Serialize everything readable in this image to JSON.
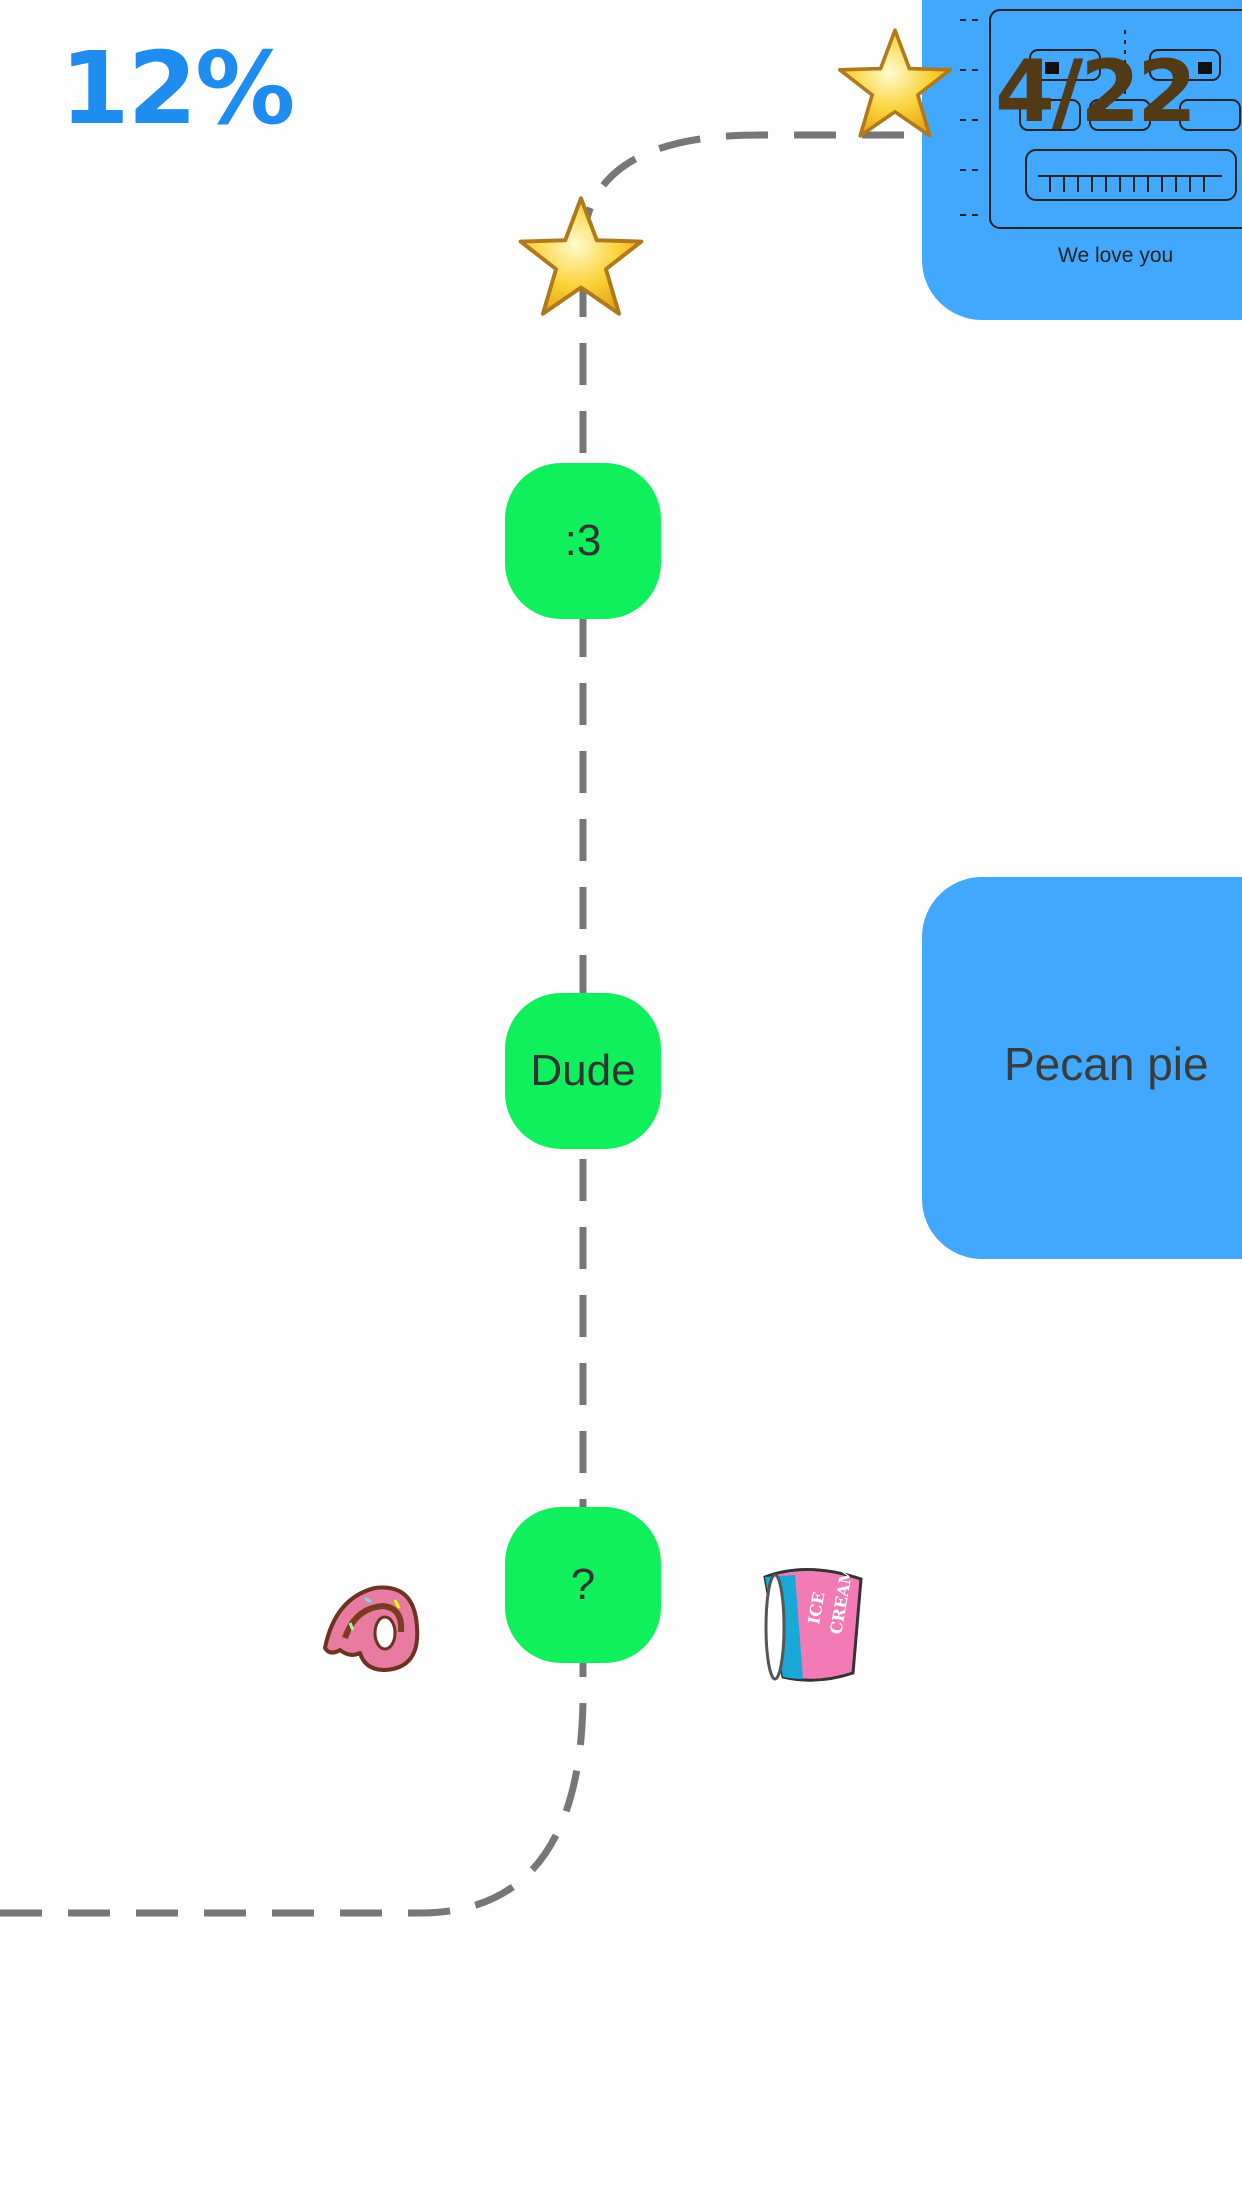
{
  "hud": {
    "progress": "12%",
    "stars_count": "4/22",
    "star_icon": "star-icon"
  },
  "cards": {
    "top_caption": "We love you",
    "middle_text": "Pecan pie"
  },
  "path_nodes": [
    {
      "label": ":3"
    },
    {
      "label": "Dude"
    },
    {
      "label": "?"
    }
  ],
  "decorations": {
    "left_item": "donut-icon",
    "right_item": "ice-cream-cup-icon",
    "cup_text_1": "ICE",
    "cup_text_2": "CREAM"
  },
  "colors": {
    "node_green": "#10f05c",
    "card_blue": "#41a8fd",
    "progress_blue": "#1f8cf0",
    "counter_brown": "#523a17",
    "path_gray": "#777777"
  }
}
